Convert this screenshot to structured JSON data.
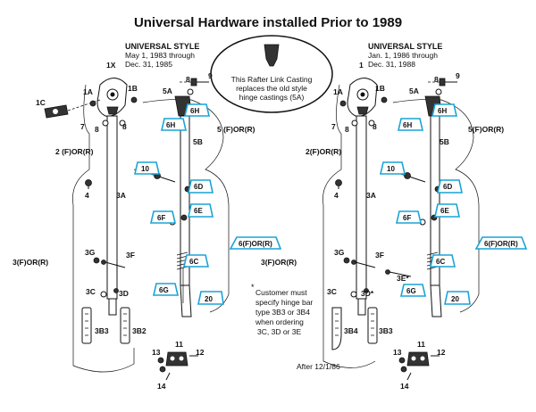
{
  "title": "Universal Hardware installed Prior to 1989",
  "left": {
    "style": "UNIVERSAL STYLE",
    "dates": "May 1, 1983  through",
    "dates2": "Dec.  31, 1985",
    "labels": {
      "1X": "1X",
      "9": "9",
      "8a": "8",
      "1A": "1A",
      "1B": "1B",
      "1C": "1C",
      "5A": "5A",
      "7": "7",
      "8b": "8",
      "8c": "8",
      "6H": "6H",
      "6H2": "6H",
      "5F": "5 (F)OR(R)",
      "5B": "5B",
      "2": "2 (F)OR(R)",
      "10": "10",
      "6D": "6D",
      "4": "4",
      "3A": "3A",
      "6E": "6E",
      "6F": "6F",
      "6FR": "6(F)OR(R)",
      "3FR": "3(F)OR(R)",
      "3G": "3G",
      "3F": "3F",
      "6C": "6C",
      "6G": "6G",
      "20": "20",
      "3C": "3C",
      "3D": "3D",
      "3B3": "3B3",
      "3B2": "3B2",
      "11": "11",
      "13": "13",
      "12": "12",
      "14": "14"
    }
  },
  "right": {
    "style": "UNIVERSAL STYLE",
    "dates": "Jan. 1, 1986  through",
    "dates2": "Dec.  31, 1988",
    "labels": {
      "1": "1",
      "9": "9",
      "8a": "8",
      "1A": "1A",
      "1B": "1B",
      "5A": "5A",
      "7": "7",
      "8b": "8",
      "8c": "8",
      "6H": "6H",
      "6H2": "6H",
      "5F": "5(F)OR(R)",
      "5B": "5B",
      "2": "2(F)OR(R)",
      "10": "10",
      "6D": "6D",
      "4": "4",
      "3A": "3A",
      "6E": "6E",
      "6F": "6F",
      "6FR": "6(F)OR(R)",
      "3FR": "3(F)OR(R)",
      "3G": "3G",
      "3F": "3F",
      "3Estar": "3E*",
      "6C": "6C",
      "6G": "6G",
      "20": "20",
      "3C": "3C",
      "3Dstar": "3D*",
      "3B4": "3B4",
      "3B3": "3B3",
      "11": "11",
      "13": "13",
      "12": "12",
      "14": "14",
      "after": "After 12/1/86"
    }
  },
  "callout": [
    "This Rafter Link Casting",
    "replaces the old style",
    "hinge castings (5A)"
  ],
  "note": [
    "Customer must",
    "specify hinge bar",
    "type 3B3 or 3B4",
    "when ordering",
    "3C, 3D or 3E"
  ],
  "note_star": "*",
  "colors": {
    "tag_outline": "#1aa3d6",
    "ink": "#111111"
  }
}
